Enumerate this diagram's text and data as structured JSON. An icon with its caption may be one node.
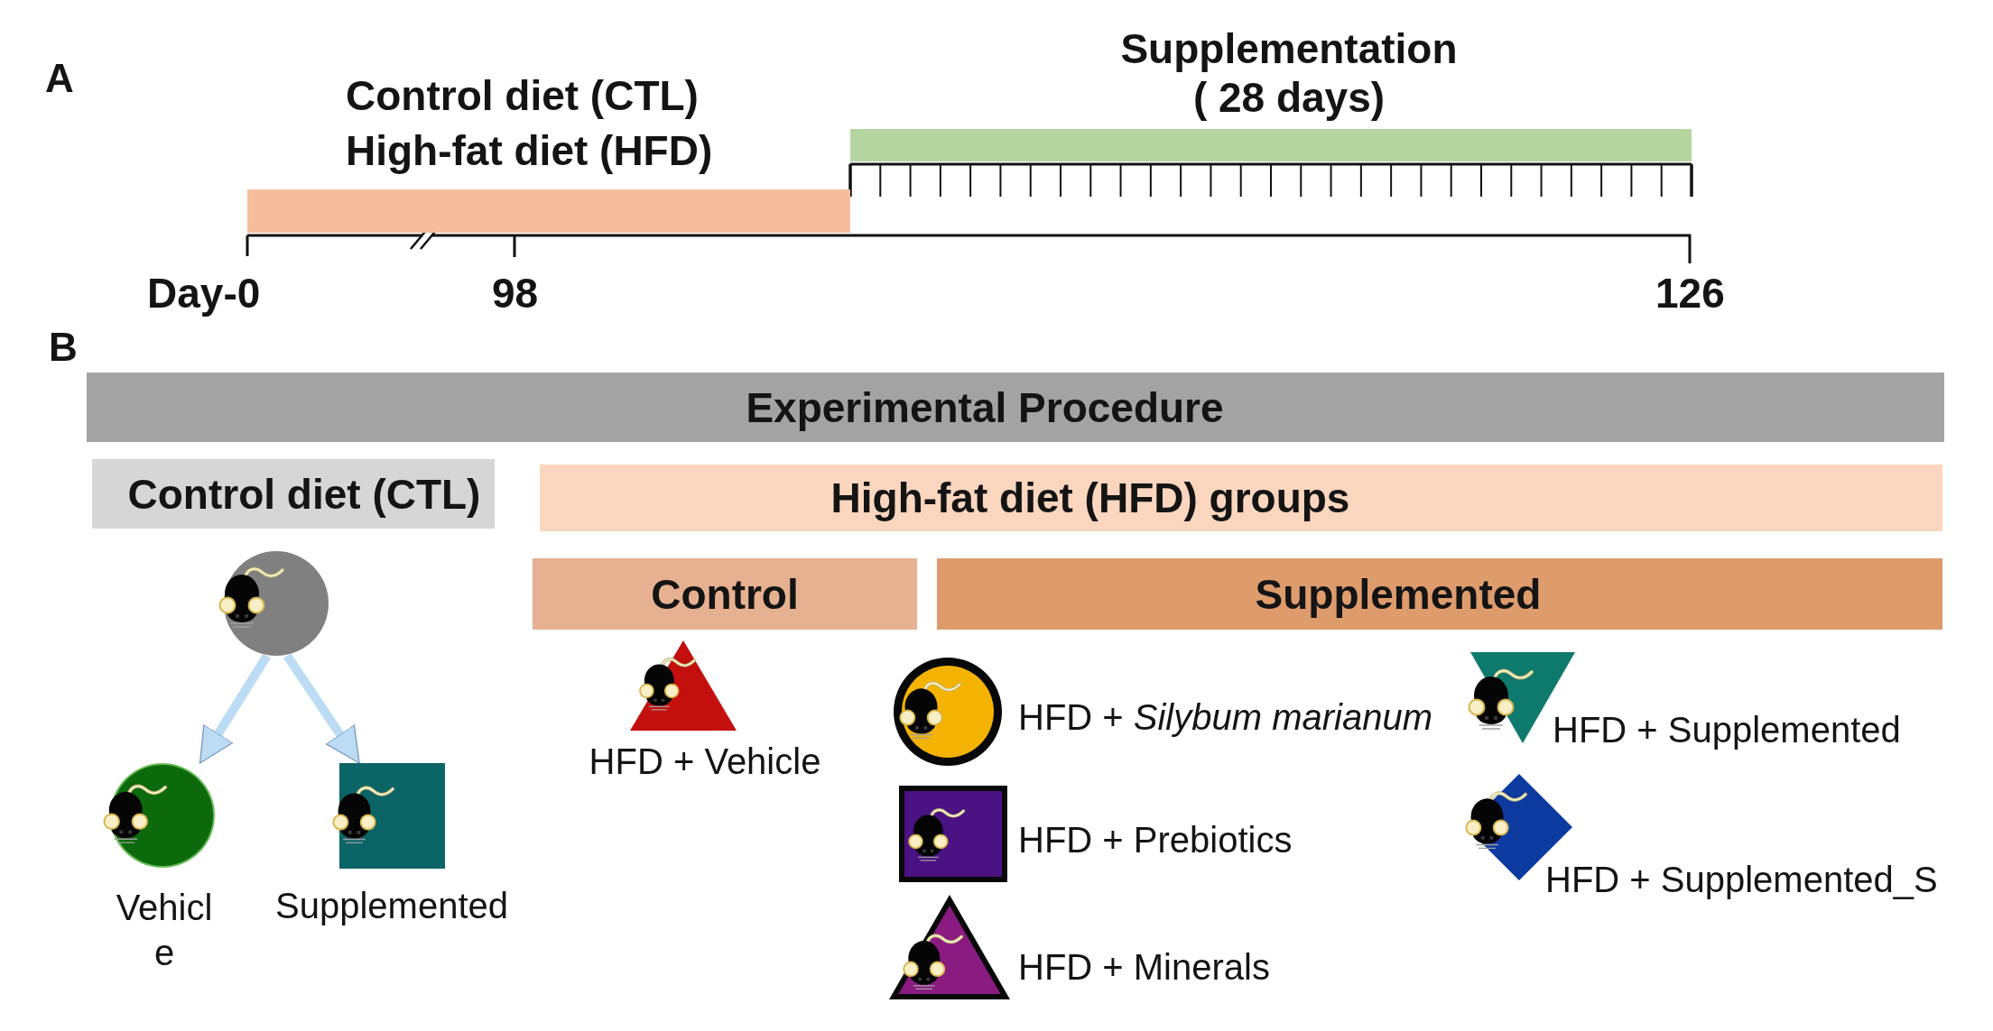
{
  "diagram": {
    "nodes": [
      {
        "text": [
          "Control diet (CTL)",
          "High-fat diet (HFD)"
        ]
      },
      {
        "text": [
          "Supplementation ( 28 days)"
        ]
      },
      {
        "text": [
          "Experimental Procedure"
        ]
      },
      {
        "text": [
          "Control diet (CTL)"
        ]
      },
      {
        "text": [
          "High-fat diet (HFD) groups"
        ]
      },
      {
        "text": [
          "Control"
        ]
      },
      {
        "text": [
          "Supplemented"
        ]
      },
      {
        "text": [],
        "shape": "circle"
      },
      {
        "text": [
          "Vehicle"
        ]
      },
      {
        "text": [
          "Supplemented"
        ]
      },
      {
        "text": [
          "HFD + Vehicle"
        ]
      },
      {
        "text": [
          "HFD + *Silybum marianum*"
        ]
      },
      {
        "text": [
          "HFD + Prebiotics"
        ]
      },
      {
        "text": [
          "HFD + Minerals"
        ]
      },
      {
        "text": [
          "HFD + Supplemented"
        ]
      },
      {
        "text": [
          "HFD + Supplemented_S"
        ]
      }
    ],
    "edges": [
      {
        "from": 7,
        "to": 8,
        "arrow": "to"
      },
      {
        "from": 7,
        "to": 9,
        "arrow": "to"
      }
    ],
    "labels": [
      "A",
      "Day-0",
      "98",
      "126",
      "B"
    ]
  }
}
